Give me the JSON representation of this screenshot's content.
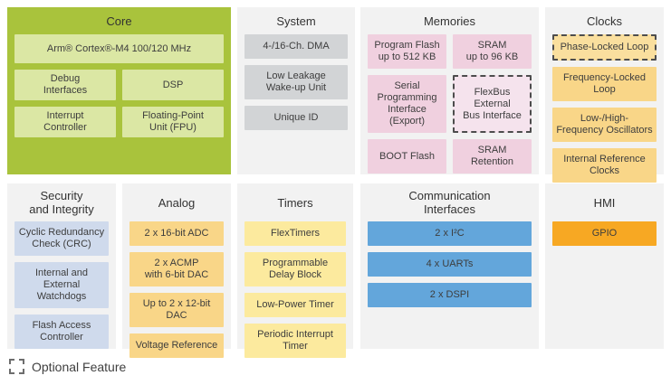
{
  "colors": {
    "page_background": "#ffffff",
    "panel_background": "#f2f2f2",
    "core_panel": "#a9c33c",
    "core_block": "#dbe7a4",
    "system_block": "#d2d4d6",
    "memories_block": "#f0d0df",
    "clocks_analog_block": "#f9d688",
    "timers_block": "#fcea9e",
    "security_block": "#cfdaec",
    "comm_block": "#63a6db",
    "hmi_block": "#f7a823",
    "optional_border": "#4d4d4d",
    "text": "#3d3d3d"
  },
  "panels": {
    "core": {
      "title": "Core",
      "cpu": "Arm® Cortex®-M4 100/120 MHz",
      "items": [
        {
          "label": "Debug\nInterfaces"
        },
        {
          "label": "DSP"
        },
        {
          "label": "Interrupt\nController"
        },
        {
          "label": "Floating-Point\nUnit (FPU)"
        }
      ]
    },
    "system": {
      "title": "System",
      "items": [
        {
          "label": "4-/16-Ch. DMA"
        },
        {
          "label": "Low Leakage\nWake-up Unit"
        },
        {
          "label": "Unique ID"
        }
      ]
    },
    "memories": {
      "title": "Memories",
      "items": [
        {
          "label": "Program Flash\nup to 512 KB",
          "optional": false
        },
        {
          "label": "SRAM\nup to 96 KB",
          "optional": false
        },
        {
          "label": "Serial Programming\nInterface (Export)",
          "optional": false
        },
        {
          "label": "FlexBus External\nBus Interface",
          "optional": true
        },
        {
          "label": "BOOT Flash",
          "optional": false
        },
        {
          "label": "SRAM Retention",
          "optional": false
        }
      ]
    },
    "clocks": {
      "title": "Clocks",
      "items": [
        {
          "label": "Phase-Locked Loop",
          "optional": true
        },
        {
          "label": "Frequency-Locked\nLoop",
          "optional": false
        },
        {
          "label": "Low-/High-\nFrequency Oscillators",
          "optional": false
        },
        {
          "label": "Internal Reference\nClocks",
          "optional": false
        }
      ]
    },
    "security": {
      "title": "Security\nand Integrity",
      "items": [
        {
          "label": "Cyclic Redundancy\nCheck (CRC)"
        },
        {
          "label": "Internal and\nExternal Watchdogs"
        },
        {
          "label": "Flash Access\nController"
        }
      ]
    },
    "analog": {
      "title": "Analog",
      "items": [
        {
          "label": "2 x 16-bit ADC"
        },
        {
          "label": "2 x ACMP\nwith 6-bit DAC"
        },
        {
          "label": "Up to 2 x 12-bit DAC"
        },
        {
          "label": "Voltage Reference"
        }
      ]
    },
    "timers": {
      "title": "Timers",
      "items": [
        {
          "label": "FlexTimers"
        },
        {
          "label": "Programmable\nDelay Block"
        },
        {
          "label": "Low-Power Timer"
        },
        {
          "label": "Periodic Interrupt\nTimer"
        }
      ]
    },
    "comm": {
      "title": "Communication\nInterfaces",
      "items": [
        {
          "label": "2 x I²C"
        },
        {
          "label": "4 x UARTs"
        },
        {
          "label": "2 x DSPI"
        }
      ]
    },
    "hmi": {
      "title": "HMI",
      "items": [
        {
          "label": "GPIO"
        }
      ]
    }
  },
  "legend": {
    "label": "Optional Feature"
  }
}
